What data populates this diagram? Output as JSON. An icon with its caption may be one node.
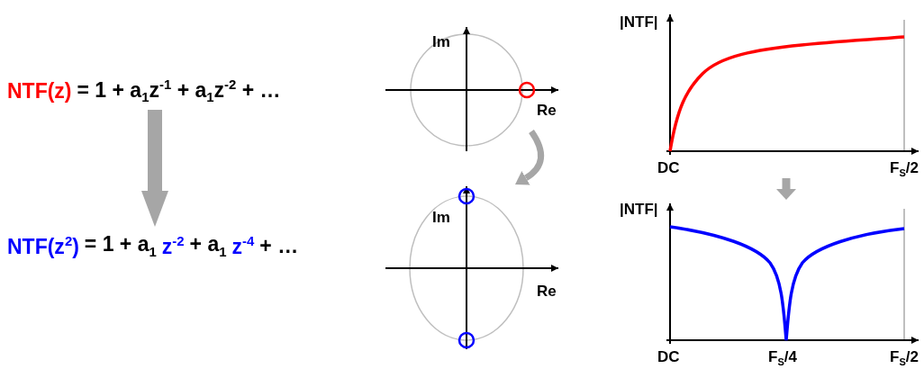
{
  "diagram": {
    "nodes": [
      {
        "text": [
          "NTF(z)",
          "= 1 + a$_{1}$z$^{-1}$ + a$_{1}$z$^{-2}$ + …"
        ]
      },
      {
        "text": [
          "Im",
          "Re"
        ]
      },
      {
        "text": [
          "|NTF|",
          "DC",
          "F$_{S}$/2"
        ]
      },
      {
        "text": [
          "NTF(z$^{2}$)",
          "= 1 + a$_{1}$",
          "z$^{-2}$",
          "+ a$_{1}$",
          "z$^{-4}$",
          "+ …"
        ]
      },
      {
        "text": [
          "Im",
          "Re"
        ]
      },
      {
        "text": [
          "|NTF|",
          "DC",
          "F$_{S}$/4",
          "F$_{S}$/2"
        ]
      }
    ],
    "edges": [
      {
        "from": 0,
        "to": 3,
        "arrow": "to",
        "color": "#a6a6a6"
      },
      {
        "from": 1,
        "to": 4,
        "arrow": "to",
        "color": "#a6a6a6"
      },
      {
        "from": 2,
        "to": 5,
        "arrow": "to",
        "color": "#a6a6a6"
      }
    ]
  }
}
